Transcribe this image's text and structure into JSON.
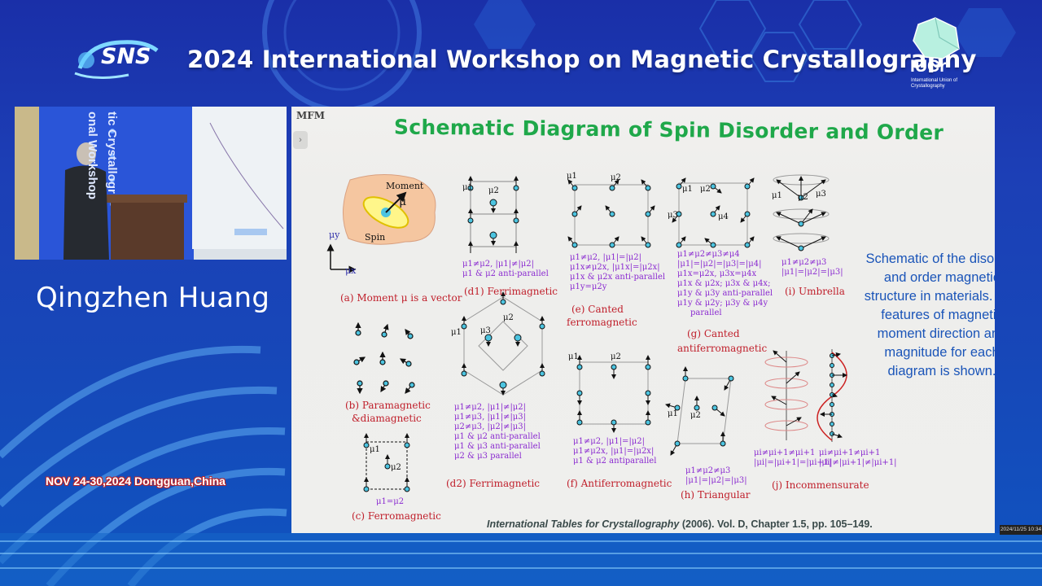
{
  "header": {
    "title": "2024 International Workshop on Magnetic Crystallography",
    "logo_left_text": "SNS",
    "logo_right_text": "IUCr",
    "logo_right_subtext": "International Union of Crystallography"
  },
  "speaker": {
    "name": "Qingzhen Huang",
    "date_location": "NOV 24-30,2024   Dongguan,China"
  },
  "slide": {
    "corner_label": "MFM",
    "title": "Schematic Diagram of Spin Disorder and Order",
    "description": "Schematic of the disorder and order magnetic structure in materials. The features of magnetic moment direction and magnitude for each diagram is shown.",
    "reference_italic": "International Tables for Crystallography",
    "reference_rest": " (2006). Vol. D, Chapter 1.5, pp. 105–149.",
    "nav_icon": "chevron-right-icon",
    "panels": {
      "a": {
        "caption": "(a) Moment μ is a vector",
        "moment_label": "Moment",
        "mu_label": "μ",
        "spin_label": "Spin",
        "axis_y": "μy",
        "axis_x": "μx"
      },
      "b": {
        "caption_line1": "(b) Paramagnetic",
        "caption_line2": "&diamagnetic"
      },
      "c": {
        "caption": "(c) Ferromagnetic",
        "condition": "μ1=μ2",
        "labels": [
          "μ1",
          "μ2"
        ]
      },
      "d1": {
        "caption": "(d1) Ferrimagnetic",
        "conditions": [
          "μ1≠μ2, |μ1|≠|μ2|",
          "μ1 & μ2 anti-parallel"
        ],
        "labels": [
          "μ1",
          "μ2"
        ]
      },
      "d2": {
        "caption": "(d2) Ferrimagnetic",
        "conditions": [
          "μ1≠μ2, |μ1|≠|μ2|",
          "μ1≠μ3, |μ1|≠|μ3|",
          "μ2≠μ3, |μ2|≠|μ3|",
          "μ1 & μ2 anti-parallel",
          "μ1 & μ3 anti-parallel",
          "μ2 & μ3 parallel"
        ],
        "labels": [
          "μ1",
          "μ2",
          "μ3"
        ]
      },
      "e": {
        "caption_line1": "(e) Canted",
        "caption_line2": "ferromagnetic",
        "conditions": [
          "μ1≠μ2, |μ1|=|μ2|",
          "μ1x≠μ2x, |μ1x|=|μ2x|",
          "μ1x & μ2x anti-parallel",
          "μ1y=μ2y"
        ],
        "labels": [
          "μ1",
          "μ2"
        ]
      },
      "f": {
        "caption": "(f) Antiferromagnetic",
        "conditions": [
          "μ1≠μ2, |μ1|=|μ2|",
          "μ1≠μ2x, |μ1|=|μ2x|",
          "μ1 & μ2 antiparallel"
        ],
        "labels": [
          "μ1",
          "μ2"
        ]
      },
      "g": {
        "caption_line1": "(g) Canted",
        "caption_line2": "antiferromagnetic",
        "conditions": [
          "μ1≠μ2≠μ3≠μ4",
          "|μ1|=|μ2|=|μ3|=|μ4|",
          "μ1x=μ2x, μ3x=μ4x",
          "μ1x & μ2x; μ3x & μ4x;",
          "μ1y & μ3y anti-parallel",
          "μ1y & μ2y; μ3y & μ4y",
          "parallel"
        ],
        "labels": [
          "μ1",
          "μ2",
          "μ3",
          "μ4"
        ]
      },
      "h": {
        "caption": "(h) Triangular",
        "conditions": [
          "μ1≠μ2≠μ3",
          "|μ1|=|μ2|=|μ3|"
        ],
        "labels": [
          "μ1",
          "μ2"
        ]
      },
      "i": {
        "caption": "(i) Umbrella",
        "conditions": [
          "μ1≠μ2≠μ3",
          "|μ1|=|μ2|=|μ3|"
        ],
        "labels": [
          "μ1",
          "μ2",
          "μ3"
        ]
      },
      "j": {
        "caption": "(j) Incommensurate",
        "conditions": [
          "μi≠μi+1≠μi+1",
          "|μi|=|μi+1|=|μi+1|",
          "μi≠μi+1≠μi+1",
          "|μi|≠|μi+1|≠|μi+1|"
        ]
      }
    }
  },
  "video": {
    "banner_text_1": "onal Workshop",
    "banner_text_2": "tic Crystallogr"
  },
  "timestamp": "2024/11/25 10:34"
}
